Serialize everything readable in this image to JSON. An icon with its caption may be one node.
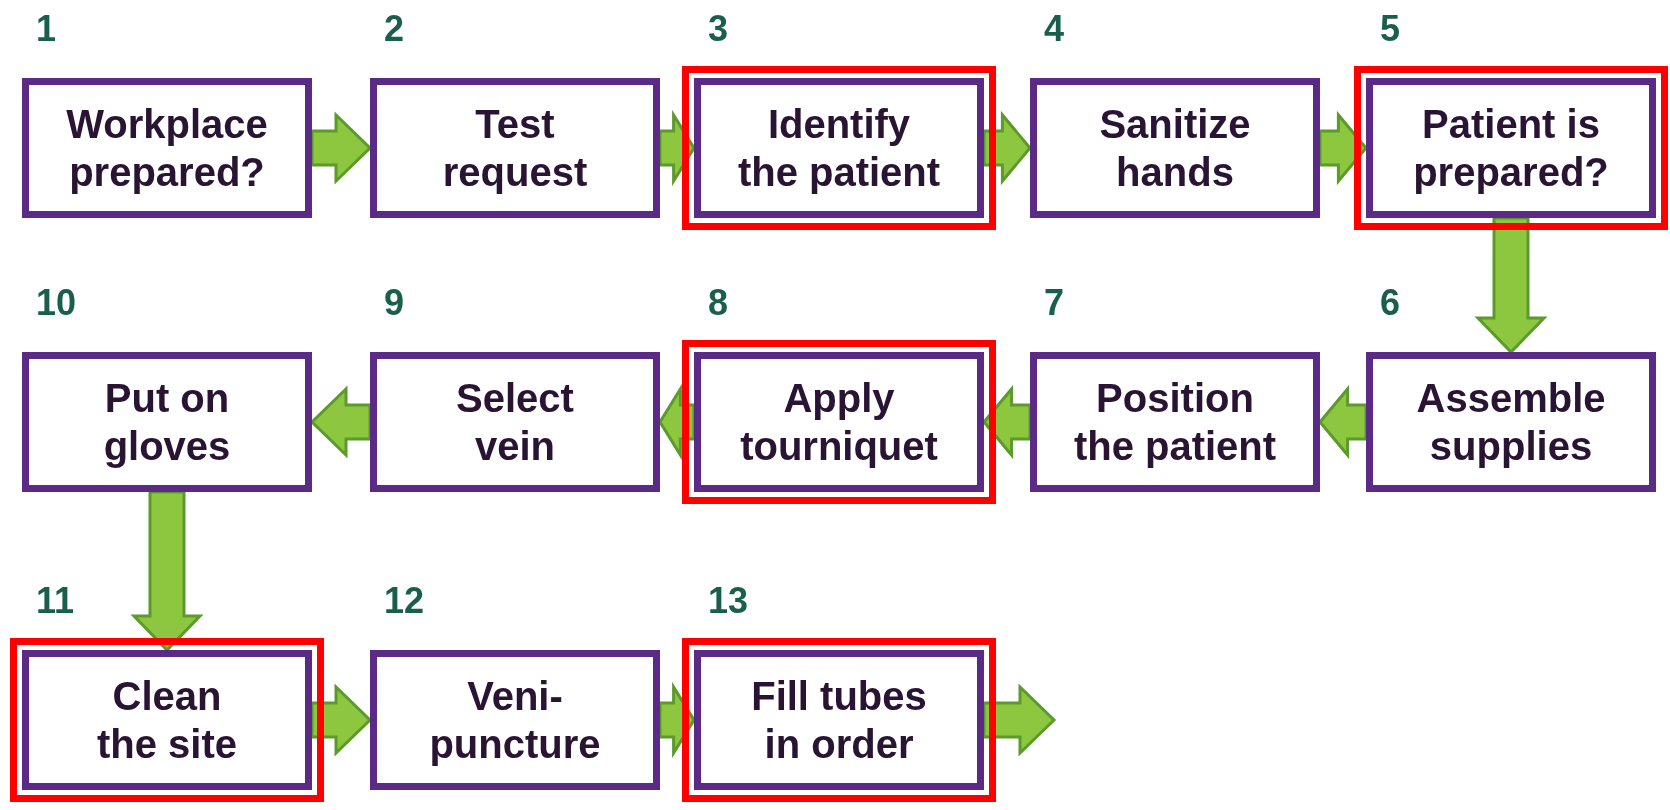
{
  "diagram": {
    "nodes": [
      {
        "text": [
          "Workplace prepared?"
        ],
        "beside": [
          "1"
        ]
      },
      {
        "text": [
          "Test request"
        ],
        "beside": [
          "2"
        ]
      },
      {
        "text": [],
        "shape": "box"
      },
      {
        "text": [
          "Identify the patient"
        ],
        "beside": [
          "3"
        ],
        "in": 2
      },
      {
        "text": [
          "Sanitize hands"
        ],
        "beside": [
          "4"
        ]
      },
      {
        "text": [],
        "shape": "box"
      },
      {
        "text": [
          "Patient is prepared?"
        ],
        "beside": [
          "5"
        ],
        "in": 5
      },
      {
        "text": [
          "Assemble supplies"
        ],
        "beside": [
          "6"
        ]
      },
      {
        "text": [
          "Position the patient"
        ],
        "beside": [
          "7"
        ]
      },
      {
        "text": [],
        "shape": "box"
      },
      {
        "text": [
          "Apply tourniquet"
        ],
        "beside": [
          "8"
        ],
        "in": 9
      },
      {
        "text": [
          "Select vein"
        ],
        "beside": [
          "9"
        ]
      },
      {
        "text": [
          "Put on gloves"
        ],
        "beside": [
          "10"
        ]
      },
      {
        "text": [],
        "shape": "box"
      },
      {
        "text": [
          "Clean the site"
        ],
        "beside": [
          "11"
        ],
        "in": 13
      },
      {
        "text": [
          "Veni- puncture"
        ],
        "beside": [
          "12"
        ]
      },
      {
        "text": [],
        "shape": "box"
      },
      {
        "text": [
          "Fill tubes in order"
        ],
        "beside": [
          "13"
        ],
        "in": 16
      }
    ],
    "edges": [
      {
        "from": 0,
        "to": 1,
        "arrow": "to"
      },
      {
        "from": 1,
        "to": 3,
        "arrow": "to"
      },
      {
        "from": 3,
        "to": 4,
        "arrow": "to"
      },
      {
        "from": 4,
        "to": 6,
        "arrow": "to"
      },
      {
        "from": 6,
        "to": 7,
        "arrow": "to"
      },
      {
        "from": 7,
        "to": 8,
        "arrow": "to"
      },
      {
        "from": 8,
        "to": 10,
        "arrow": "to"
      },
      {
        "from": 10,
        "to": 11,
        "arrow": "to"
      },
      {
        "from": 11,
        "to": 12,
        "arrow": "to"
      },
      {
        "from": 12,
        "to": 14,
        "arrow": "to"
      },
      {
        "from": 14,
        "to": 15,
        "arrow": "to"
      },
      {
        "from": 15,
        "to": 17,
        "arrow": "to"
      },
      {
        "from": 17,
        "to": null,
        "arrow": "to"
      }
    ]
  }
}
